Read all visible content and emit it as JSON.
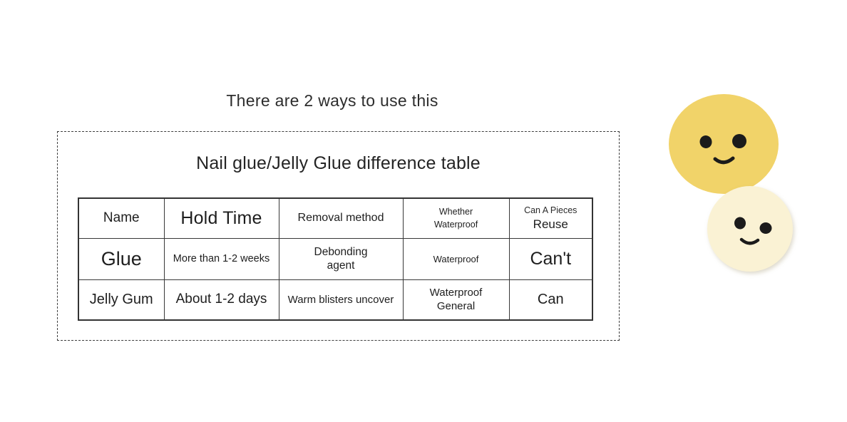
{
  "title": "There are 2 ways to use this",
  "panel": {
    "table_title": "Nail glue/Jelly Glue difference table"
  },
  "table": {
    "headers": {
      "name": "Name",
      "hold_time": "Hold Time",
      "removal_method": "Removal method",
      "waterproof_line1": "Whether",
      "waterproof_line2": "Waterproof",
      "reuse_line1": "Can A Pieces",
      "reuse_line2": "Reuse"
    },
    "rows": [
      {
        "name": "Glue",
        "hold_time": "More than 1-2 weeks",
        "removal_line1": "Debonding",
        "removal_line2": "agent",
        "waterproof": "Waterproof",
        "reuse": "Can't"
      },
      {
        "name": "Jelly Gum",
        "hold_time": "About 1-2 days",
        "removal": "Warm blisters uncover",
        "waterproof_line1": "Waterproof",
        "waterproof_line2": "General",
        "reuse": "Can"
      }
    ]
  },
  "decoration": {
    "smiley_large_color": "#F1D369",
    "smiley_small_color": "#FAF2D4",
    "eye_color": "#1b1b1b"
  }
}
